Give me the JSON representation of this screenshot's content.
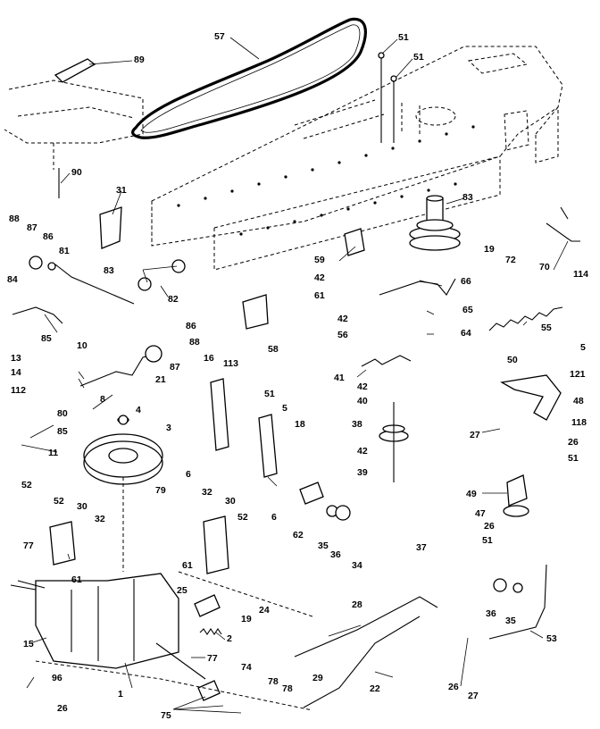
{
  "callouts": [
    {
      "text": "57"
    },
    {
      "text": "51"
    },
    {
      "text": "51"
    },
    {
      "text": "89"
    },
    {
      "text": "90"
    },
    {
      "text": "31"
    },
    {
      "text": "88"
    },
    {
      "text": "87"
    },
    {
      "text": "86"
    },
    {
      "text": "81"
    },
    {
      "text": "84"
    },
    {
      "text": "85"
    },
    {
      "text": "83"
    },
    {
      "text": "82"
    },
    {
      "text": "86"
    },
    {
      "text": "88"
    },
    {
      "text": "87"
    },
    {
      "text": "10"
    },
    {
      "text": "21"
    },
    {
      "text": "8"
    },
    {
      "text": "13"
    },
    {
      "text": "14"
    },
    {
      "text": "112"
    },
    {
      "text": "80"
    },
    {
      "text": "85"
    },
    {
      "text": "11"
    },
    {
      "text": "4"
    },
    {
      "text": "3"
    },
    {
      "text": "79"
    },
    {
      "text": "58"
    },
    {
      "text": "16"
    },
    {
      "text": "113"
    },
    {
      "text": "51"
    },
    {
      "text": "5"
    },
    {
      "text": "18"
    },
    {
      "text": "6"
    },
    {
      "text": "6"
    },
    {
      "text": "83"
    },
    {
      "text": "19"
    },
    {
      "text": "72"
    },
    {
      "text": "70"
    },
    {
      "text": "114"
    },
    {
      "text": "59"
    },
    {
      "text": "42"
    },
    {
      "text": "61"
    },
    {
      "text": "66"
    },
    {
      "text": "42"
    },
    {
      "text": "56"
    },
    {
      "text": "65"
    },
    {
      "text": "64"
    },
    {
      "text": "55"
    },
    {
      "text": "41"
    },
    {
      "text": "42"
    },
    {
      "text": "40"
    },
    {
      "text": "38"
    },
    {
      "text": "42"
    },
    {
      "text": "39"
    },
    {
      "text": "50"
    },
    {
      "text": "5"
    },
    {
      "text": "121"
    },
    {
      "text": "48"
    },
    {
      "text": "118"
    },
    {
      "text": "27"
    },
    {
      "text": "26"
    },
    {
      "text": "51"
    },
    {
      "text": "49"
    },
    {
      "text": "47"
    },
    {
      "text": "26"
    },
    {
      "text": "51"
    },
    {
      "text": "52"
    },
    {
      "text": "52"
    },
    {
      "text": "30"
    },
    {
      "text": "32"
    },
    {
      "text": "77"
    },
    {
      "text": "61"
    },
    {
      "text": "32"
    },
    {
      "text": "30"
    },
    {
      "text": "52"
    },
    {
      "text": "61"
    },
    {
      "text": "62"
    },
    {
      "text": "35"
    },
    {
      "text": "36"
    },
    {
      "text": "34"
    },
    {
      "text": "37"
    },
    {
      "text": "15"
    },
    {
      "text": "25"
    },
    {
      "text": "19"
    },
    {
      "text": "24"
    },
    {
      "text": "2"
    },
    {
      "text": "77"
    },
    {
      "text": "74"
    },
    {
      "text": "28"
    },
    {
      "text": "29"
    },
    {
      "text": "22"
    },
    {
      "text": "96"
    },
    {
      "text": "26"
    },
    {
      "text": "1"
    },
    {
      "text": "75"
    },
    {
      "text": "78"
    },
    {
      "text": "78"
    },
    {
      "text": "36"
    },
    {
      "text": "35"
    },
    {
      "text": "53"
    },
    {
      "text": "26"
    },
    {
      "text": "27"
    }
  ]
}
